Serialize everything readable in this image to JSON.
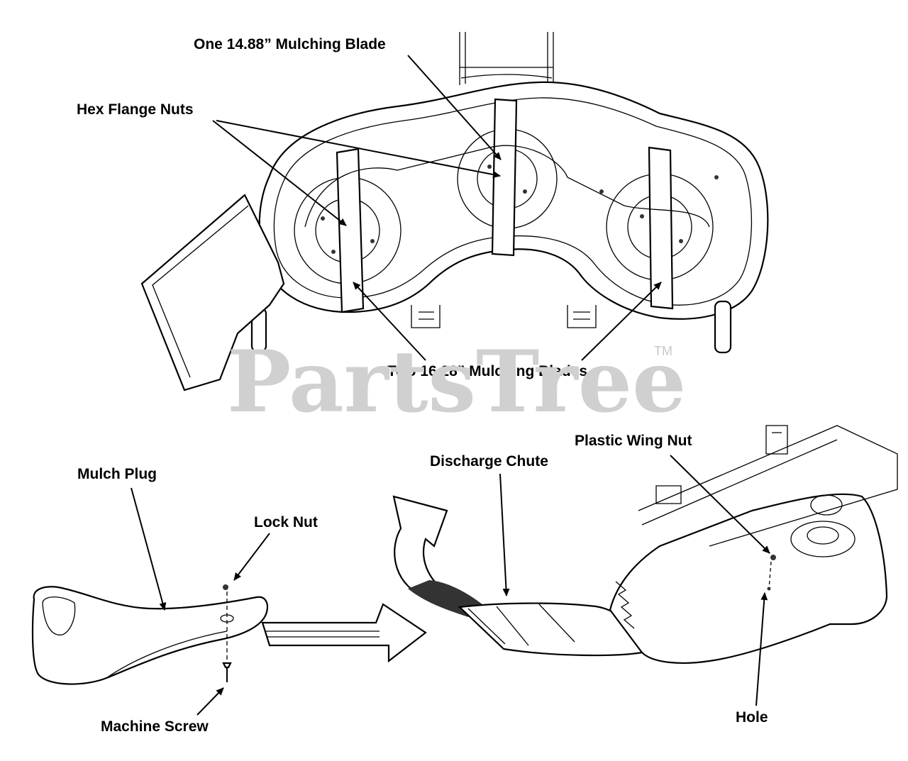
{
  "watermark": {
    "text": "PartsTree",
    "tm": "TM"
  },
  "labels": {
    "mulching_blade_one": "One 14.88” Mulching Blade",
    "hex_flange_nuts": "Hex Flange Nuts",
    "mulching_blades_two": "Two 16.28” Mulching Blades",
    "mulch_plug": "Mulch Plug",
    "lock_nut": "Lock Nut",
    "machine_screw": "Machine Screw",
    "discharge_chute": "Discharge Chute",
    "plastic_wing_nut": "Plastic Wing Nut",
    "hole": "Hole"
  }
}
